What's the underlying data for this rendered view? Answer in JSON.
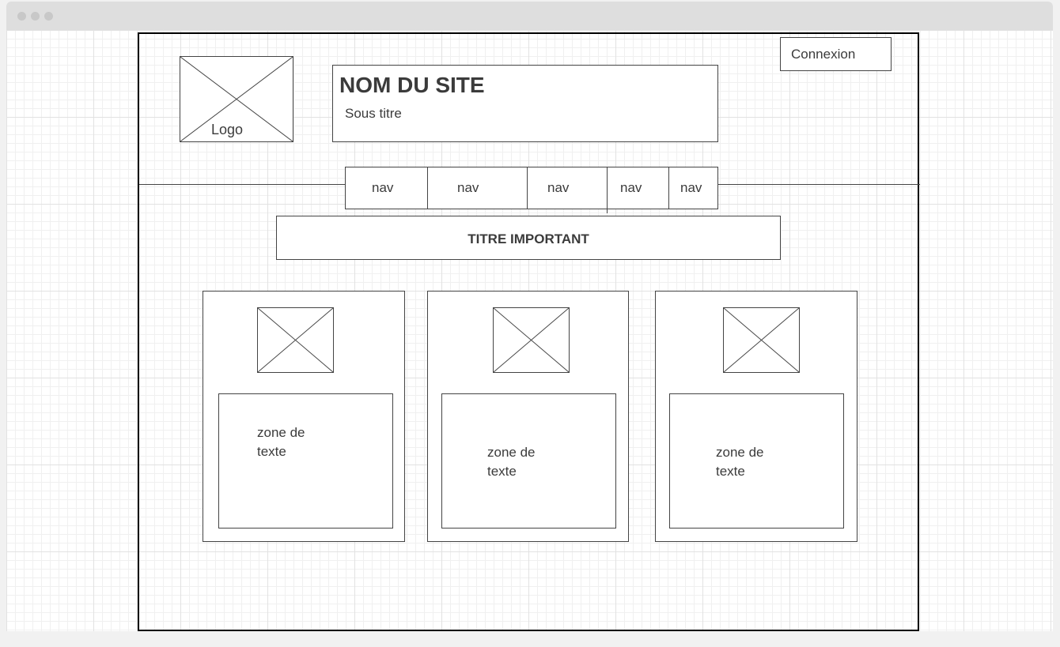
{
  "header": {
    "logo_label": "Logo",
    "site_name": "NOM DU SITE",
    "subtitle": "Sous titre",
    "login_label": "Connexion"
  },
  "nav": {
    "items": [
      "nav",
      "nav",
      "nav",
      "nav",
      "nav"
    ]
  },
  "main": {
    "important_title": "TITRE IMPORTANT",
    "cards": [
      {
        "text_line1": "zone de",
        "text_line2": "texte"
      },
      {
        "text_line1": "zone de",
        "text_line2": "texte"
      },
      {
        "text_line1": "zone de",
        "text_line2": "texte"
      }
    ]
  },
  "icons": {
    "image_placeholder": "image-placeholder-icon",
    "window_dot": "window-control-dot"
  }
}
